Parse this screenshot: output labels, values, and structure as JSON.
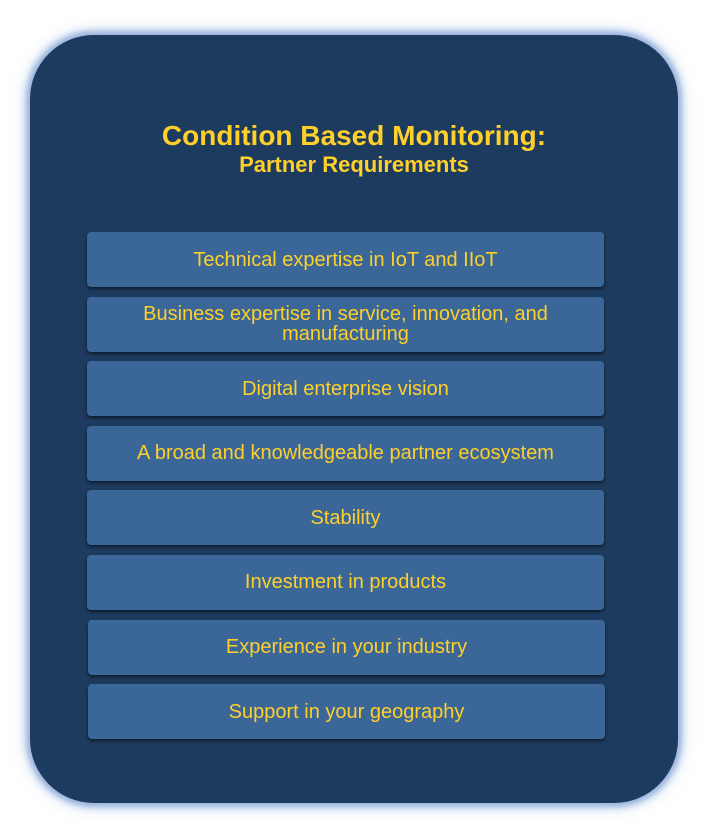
{
  "title": "Condition Based Monitoring:",
  "subtitle": "Partner Requirements",
  "requirements": [
    "Technical expertise in IoT and IIoT",
    "Business expertise in service, innovation, and manufacturing",
    "Digital enterprise vision",
    "A broad and knowledgeable partner ecosystem",
    "Stability",
    "Investment in products",
    "Experience in your industry",
    "Support in your geography"
  ],
  "colors": {
    "panel_background": "#1d3b5e",
    "item_background": "#3a6698",
    "text": "#ffd02a",
    "glow": "#8caad7"
  }
}
